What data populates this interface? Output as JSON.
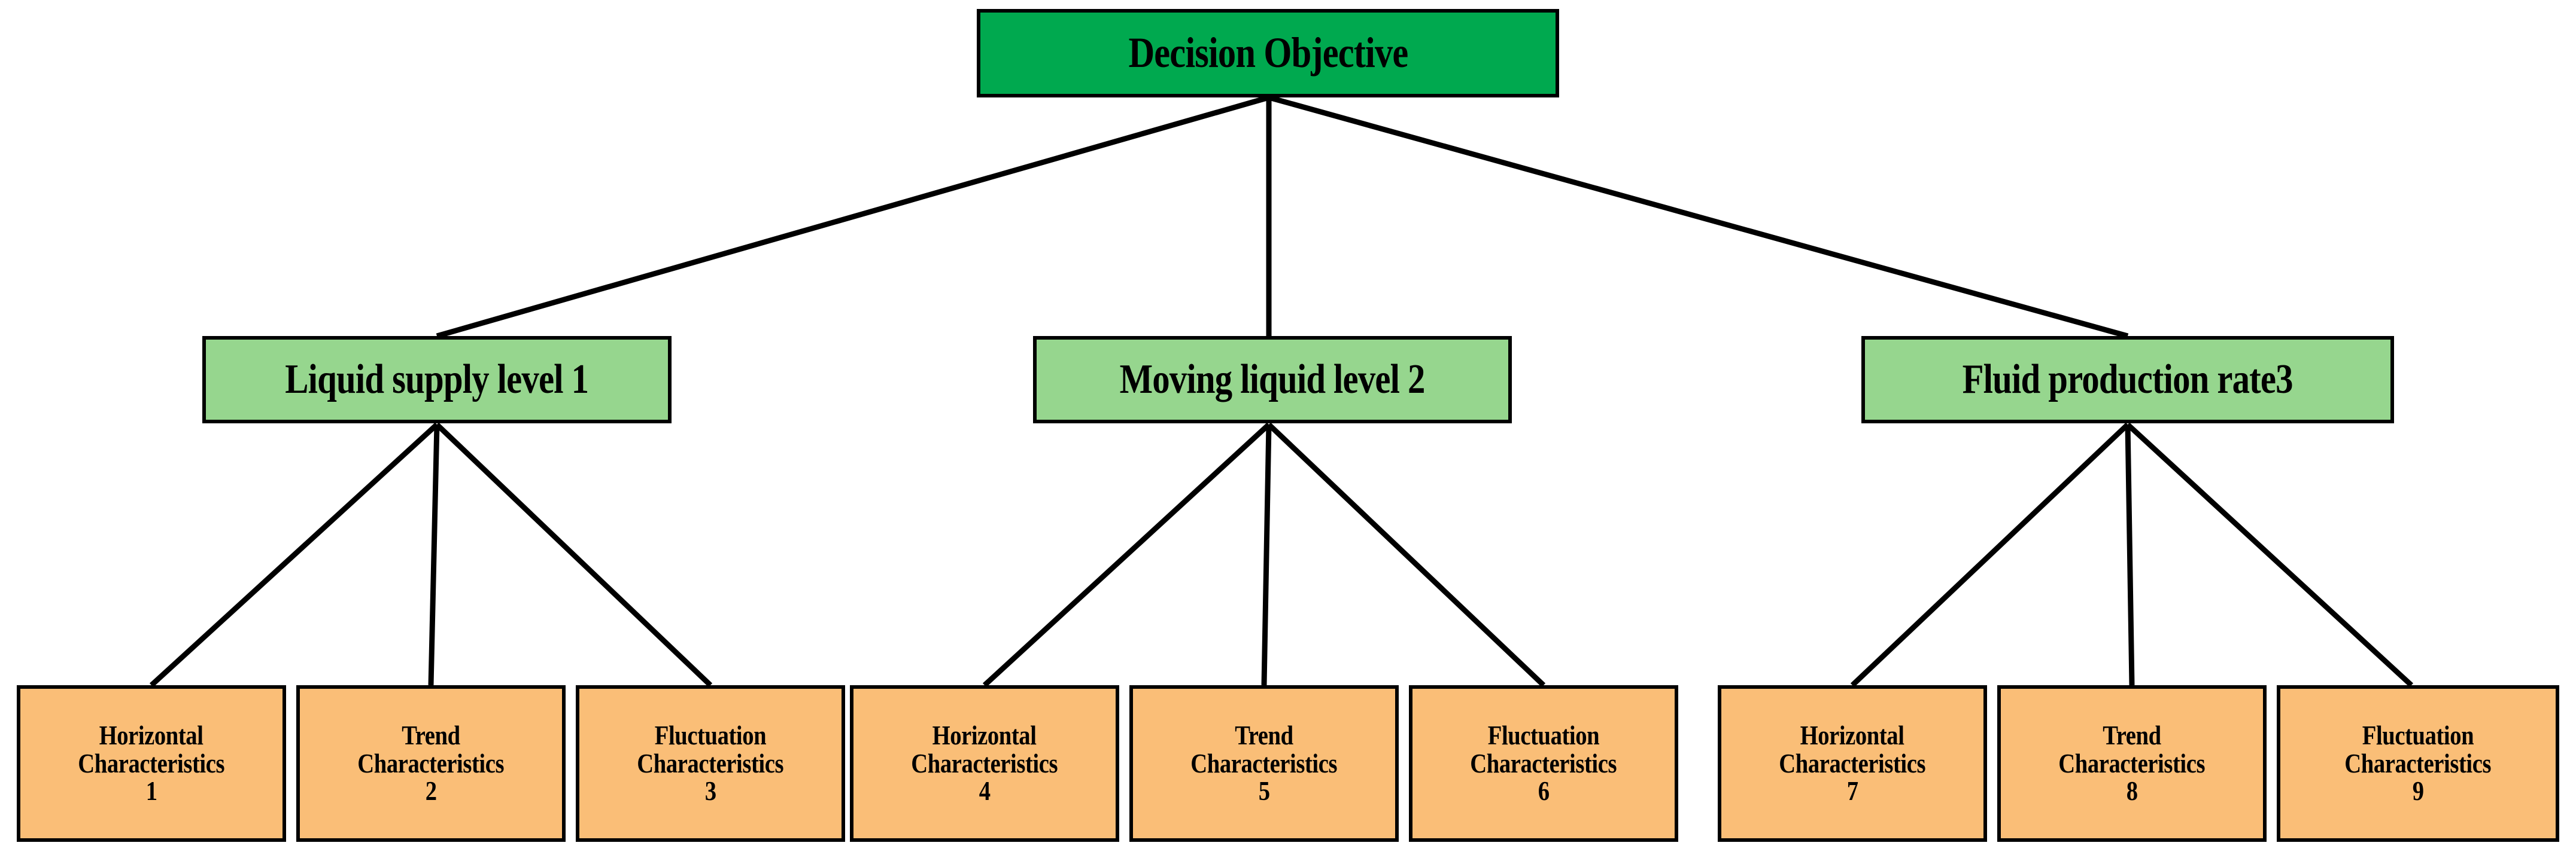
{
  "diagram": {
    "title_text": "Decision Objective",
    "colors": {
      "root_fill": "#00a94f",
      "criterion_fill": "#96d68e",
      "leaf_fill": "#fabe77",
      "border": "#000000",
      "edge": "#000000",
      "background": "#ffffff"
    },
    "root": {
      "label": "Decision Objective"
    },
    "criteria": [
      {
        "label": "Liquid supply level 1"
      },
      {
        "label": "Moving liquid level 2"
      },
      {
        "label": "Fluid production rate3"
      }
    ],
    "leaves": [
      {
        "line1": "Horizontal",
        "line2": "Characteristics",
        "line3": "1"
      },
      {
        "line1": "Trend",
        "line2": "Characteristics",
        "line3": "2"
      },
      {
        "line1": "Fluctuation",
        "line2": "Characteristics",
        "line3": "3"
      },
      {
        "line1": "Horizontal",
        "line2": "Characteristics",
        "line3": "4"
      },
      {
        "line1": "Trend",
        "line2": "Characteristics",
        "line3": "5"
      },
      {
        "line1": "Fluctuation",
        "line2": "Characteristics",
        "line3": "6"
      },
      {
        "line1": "Horizontal",
        "line2": "Characteristics",
        "line3": "7"
      },
      {
        "line1": "Trend",
        "line2": "Characteristics",
        "line3": "8"
      },
      {
        "line1": "Fluctuation",
        "line2": "Characteristics",
        "line3": "9"
      }
    ]
  }
}
